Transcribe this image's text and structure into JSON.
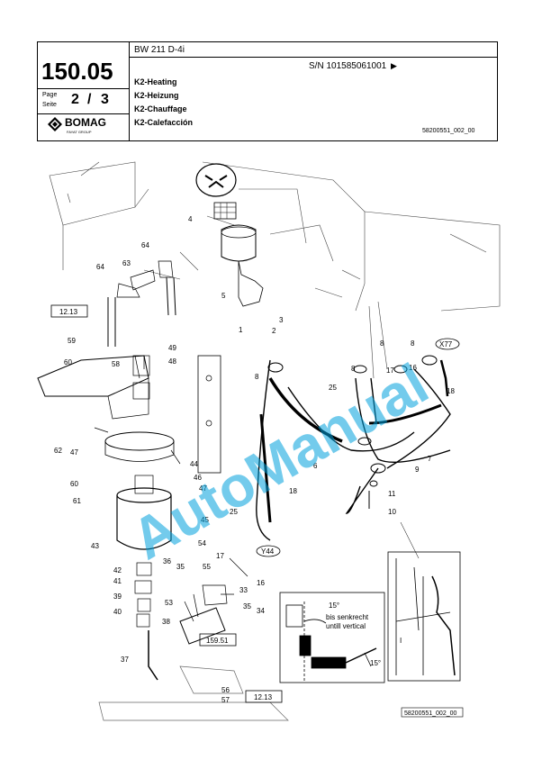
{
  "header": {
    "model": "BW 211 D-4i",
    "page_number": "150.05",
    "serial": "S/N 101585061001",
    "serial_arrow": "▶",
    "page_label": "Page",
    "seite_label": "Seite",
    "page_current": "2",
    "page_sep": "/",
    "page_total": "3",
    "brand": "BOMAG",
    "brand_sub": "FAYAT GROUP",
    "titles": [
      "K2-Heating",
      "K2-Heizung",
      "K2-Chauffage",
      "K2-Calefacción"
    ],
    "doc_code": "58200551_002_00"
  },
  "drawing": {
    "callouts": {
      "c1": "1",
      "c2": "2",
      "c3": "3",
      "c4": "4",
      "c5": "5",
      "c6": "6",
      "c7": "7",
      "c8a": "8",
      "c8b": "8",
      "c8c": "8",
      "c8d": "8",
      "c9": "9",
      "c10": "10",
      "c11": "11",
      "c16": "16",
      "c16b": "16",
      "c17": "17",
      "c17b": "17",
      "c18": "18",
      "c18b": "18",
      "c25": "25",
      "c25b": "25",
      "c33": "33",
      "c34": "34",
      "c35": "35",
      "c35b": "35",
      "c36": "36",
      "c37": "37",
      "c38": "38",
      "c39": "39",
      "c40": "40",
      "c41": "41",
      "c42": "42",
      "c43": "43",
      "c44": "44",
      "c45": "45",
      "c46": "46",
      "c47": "47",
      "c47b": "47",
      "c48": "48",
      "c49": "49",
      "c53": "53",
      "c54": "54",
      "c55": "55",
      "c56": "56",
      "c57": "57",
      "c58": "58",
      "c59": "59",
      "c60": "60",
      "c60b": "60",
      "c61": "61",
      "c62": "62",
      "c63": "63",
      "c64a": "64",
      "c64b": "64"
    },
    "refs": {
      "r1213a": "12.13",
      "r1213b": "12.13",
      "r15951": "159.51",
      "x77": "X77",
      "y44": "Y44"
    },
    "detail": {
      "angle": "15°",
      "line1": "bis senkrecht",
      "line2": "untill vertical",
      "angle2": "15°",
      "letter": "I"
    },
    "footer_code": "58200551_002_00",
    "watermark": "AutoManual"
  }
}
